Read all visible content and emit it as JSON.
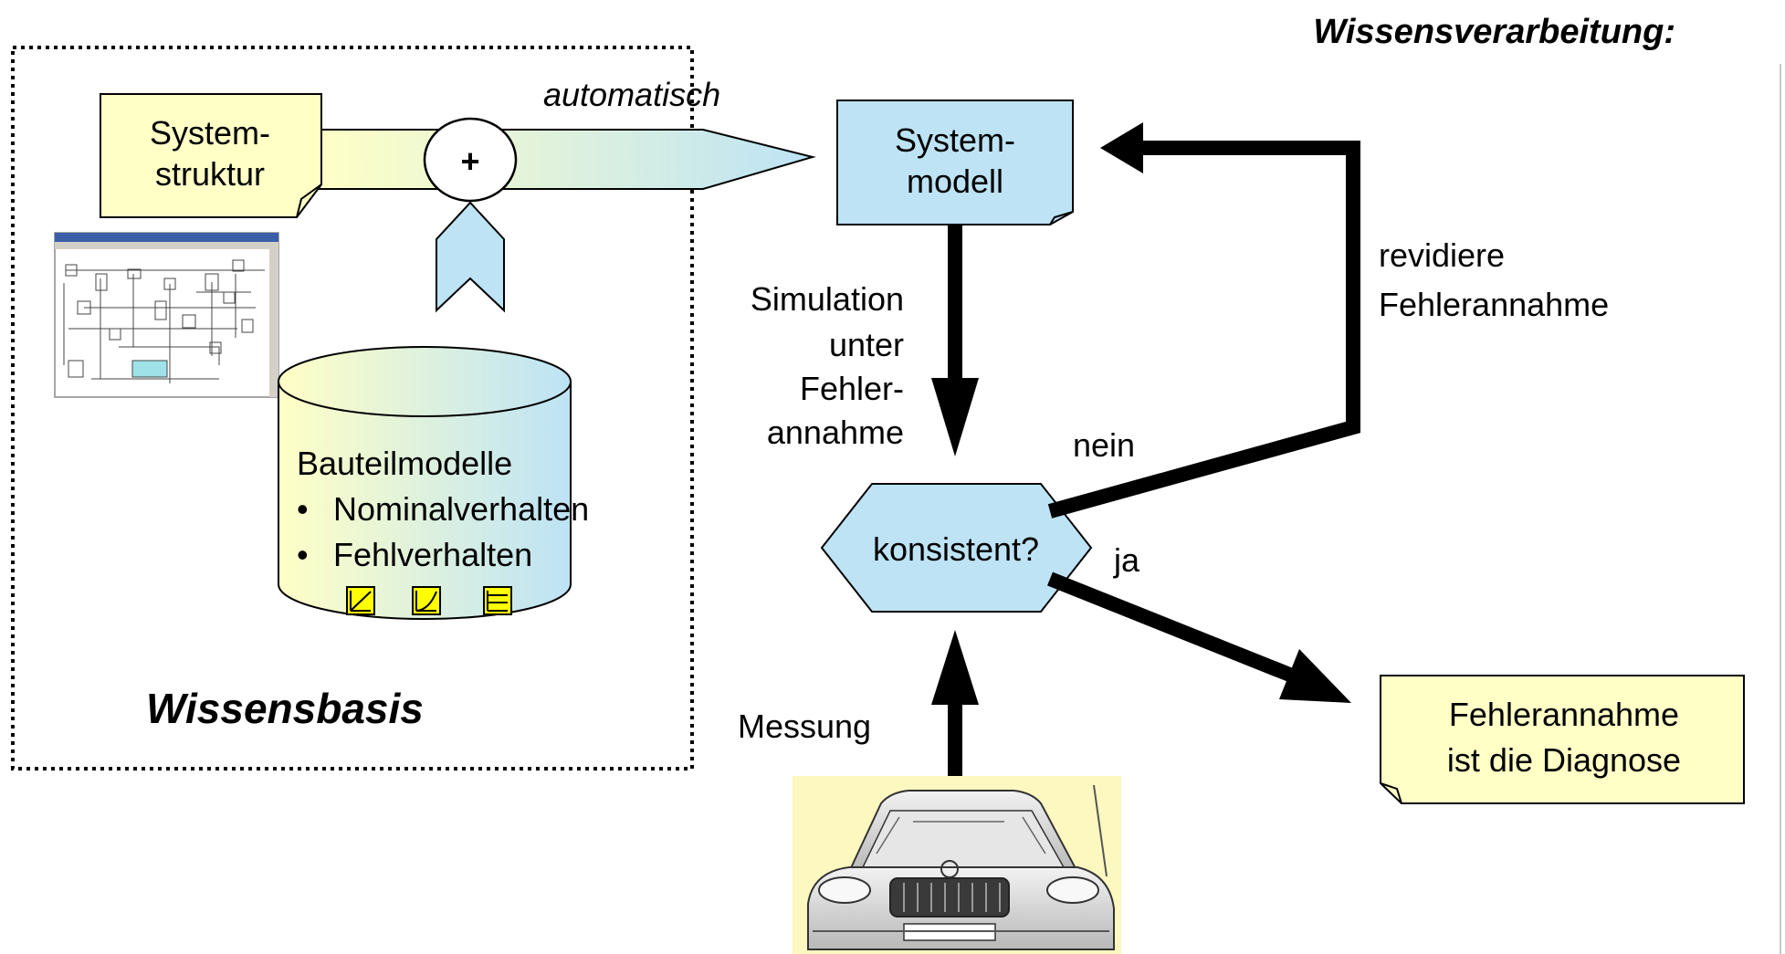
{
  "heading": "Wissensverarbeitung:",
  "knowledge_base": {
    "title": "Wissensbasis",
    "system_structure": [
      "System-",
      "struktur"
    ],
    "plus_symbol": "+",
    "component_models": {
      "title": "Bauteilmodelle",
      "items": [
        "Nominalverhalten",
        "Fehlverhalten"
      ],
      "bullet": "•"
    }
  },
  "automatic_label": "automatisch",
  "system_model": [
    "System-",
    "modell"
  ],
  "simulation_label": [
    "Simulation",
    "unter",
    "Fehler-",
    "annahme"
  ],
  "decision": "konsistent?",
  "no_label": "nein",
  "yes_label": "ja",
  "revise_label": [
    "revidiere",
    "Fehlerannahme"
  ],
  "measurement_label": "Messung",
  "diagnosis": [
    "Fehlerannahme",
    "ist die Diagnose"
  ],
  "colors": {
    "yellow_note": "#ffffc6",
    "blue_note": "#bde3f5",
    "chart_icon": "#ffff00",
    "car_bg": "#fdf7c0"
  }
}
